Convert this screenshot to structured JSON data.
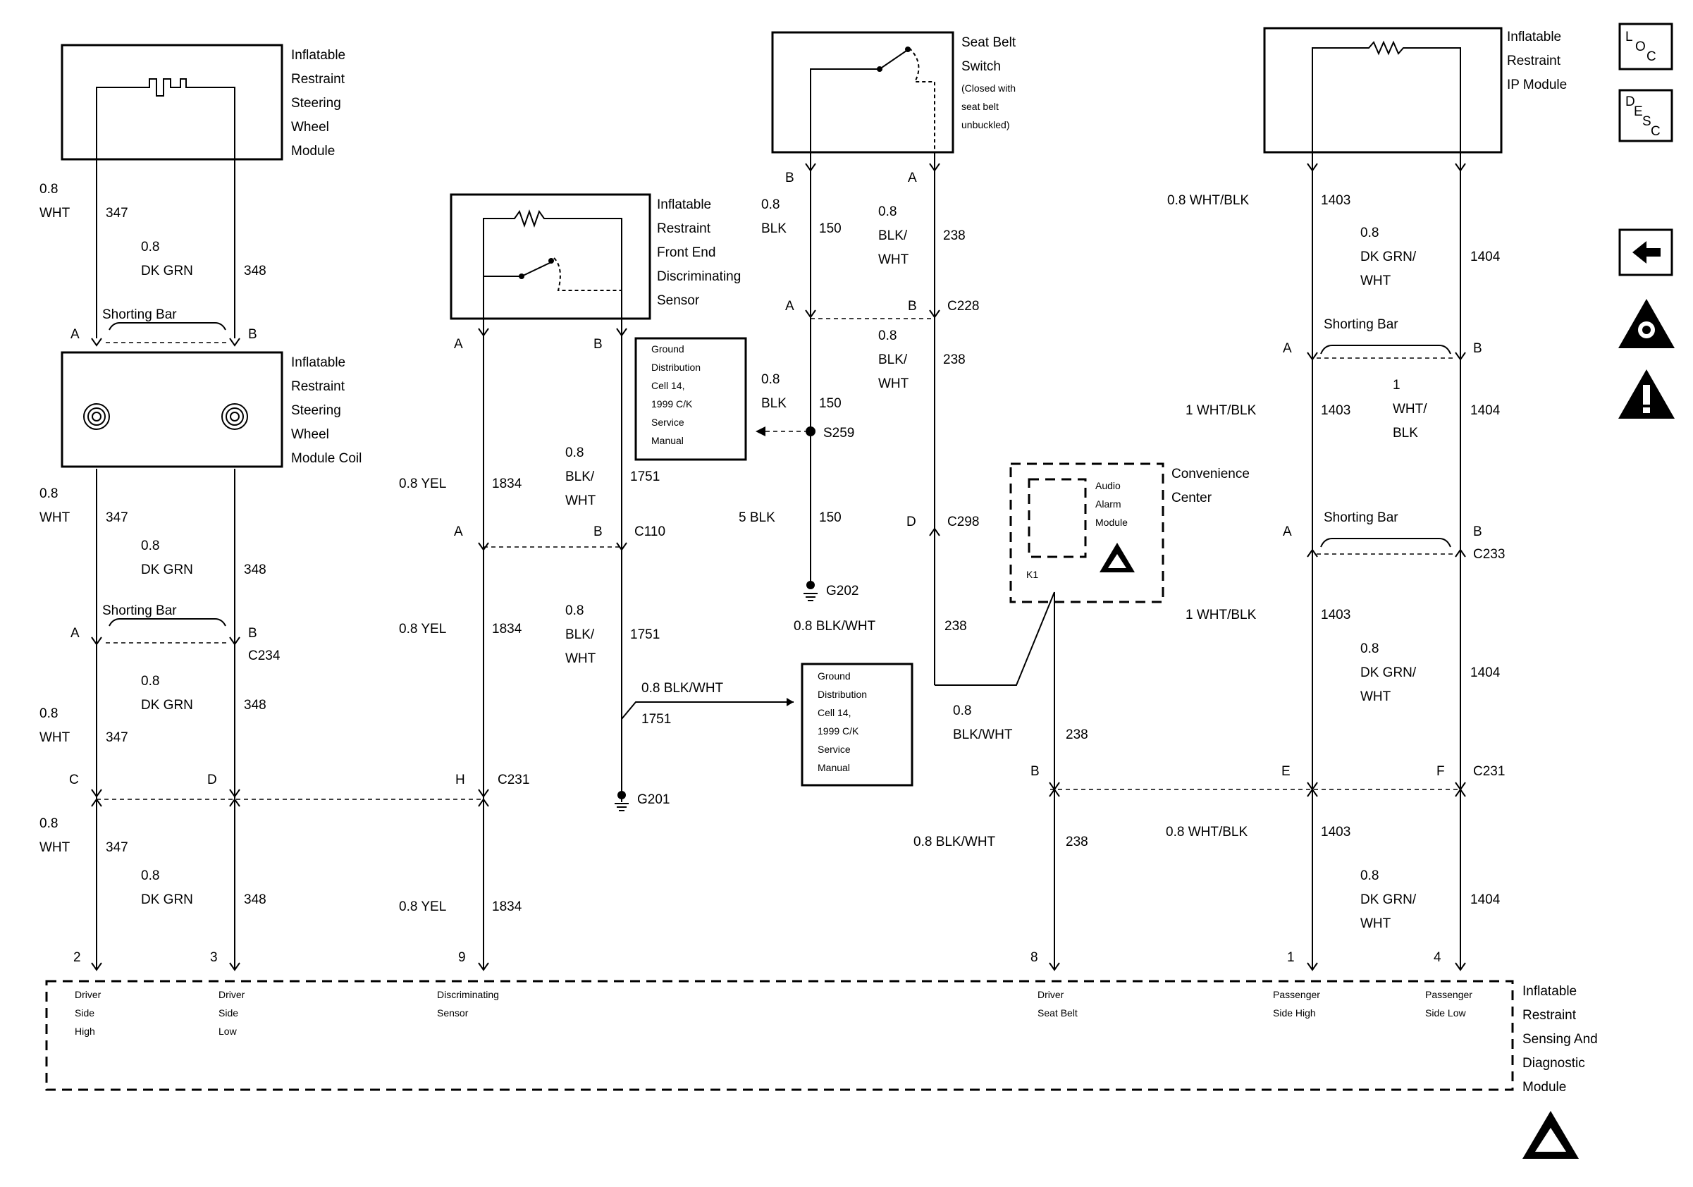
{
  "components": {
    "steering_wheel_module": [
      "Inflatable",
      "Restraint",
      "Steering",
      "Wheel",
      "Module"
    ],
    "steering_wheel_module_coil": [
      "Inflatable",
      "Restraint",
      "Steering",
      "Wheel",
      "Module Coil"
    ],
    "front_end_sensor": [
      "Inflatable",
      "Restraint",
      "Front End",
      "Discriminating",
      "Sensor"
    ],
    "seat_belt_switch": [
      "Seat Belt",
      "Switch"
    ],
    "seat_belt_switch_note": [
      "(Closed with",
      "seat belt",
      "unbuckled)"
    ],
    "ip_module": [
      "Inflatable",
      "Restraint",
      "IP Module"
    ],
    "convenience_center": [
      "Convenience",
      "Center"
    ],
    "audio_alarm_module": [
      "Audio",
      "Alarm",
      "Module"
    ],
    "sdm": [
      "Inflatable",
      "Restraint",
      "Sensing And",
      "Diagnostic",
      "Module"
    ],
    "ground_dist_note_1": [
      "Ground",
      "Distribution",
      "Cell 14,",
      "1999 C/K",
      "Service",
      "Manual"
    ],
    "ground_dist_note_2": [
      "Ground",
      "Distribution",
      "Cell 14,",
      "1999 C/K",
      "Service",
      "Manual"
    ]
  },
  "labels": {
    "shorting_bar": "Shorting Bar",
    "pin_a": "A",
    "pin_b": "B",
    "pin_c": "C",
    "pin_d": "D",
    "pin_e": "E",
    "pin_f": "F",
    "pin_h": "H",
    "k1": "K1",
    "c234": "C234",
    "c231": "C231",
    "c110": "C110",
    "c228": "C228",
    "c298": "C298",
    "c233": "C233",
    "s259": "S259",
    "g202": "G202",
    "g201": "G201"
  },
  "wires": {
    "size_08": "0.8",
    "size_1": "1",
    "size_5": "5",
    "wht": "WHT",
    "dk_grn": "DK GRN",
    "blk": "BLK",
    "blk_slash": "BLK/",
    "dk_grn_slash": "DK GRN/",
    "wht_slash": "WHT/",
    "c347": "347",
    "c348": "348",
    "c150": "150",
    "c238": "238",
    "c1403": "1403",
    "c1404": "1404",
    "c1834": "1834",
    "c1751": "1751",
    "yel_08": "0.8 YEL",
    "blk_5": "5 BLK",
    "blk_wht_08": "0.8 BLK/WHT",
    "wht_blk_08": "0.8 WHT/BLK",
    "wht_blk_1": "1 WHT/BLK",
    "blk_wht": "BLK/WHT"
  },
  "sdm_pins": [
    {
      "num": "2",
      "label": [
        "Driver",
        "Side",
        "High"
      ]
    },
    {
      "num": "3",
      "label": [
        "Driver",
        "Side",
        "Low"
      ]
    },
    {
      "num": "9",
      "label": [
        "Discriminating",
        "Sensor"
      ]
    },
    {
      "num": "8",
      "label": [
        "Driver",
        "Seat Belt"
      ]
    },
    {
      "num": "1",
      "label": [
        "Passenger",
        "Side High"
      ]
    },
    {
      "num": "4",
      "label": [
        "Passenger",
        "Side Low"
      ]
    }
  ],
  "nav_icons": {
    "loc_L": "L",
    "loc_O": "O",
    "loc_C": "C",
    "desc_D": "D",
    "desc_E": "E",
    "desc_S": "S",
    "desc_C": "C"
  }
}
